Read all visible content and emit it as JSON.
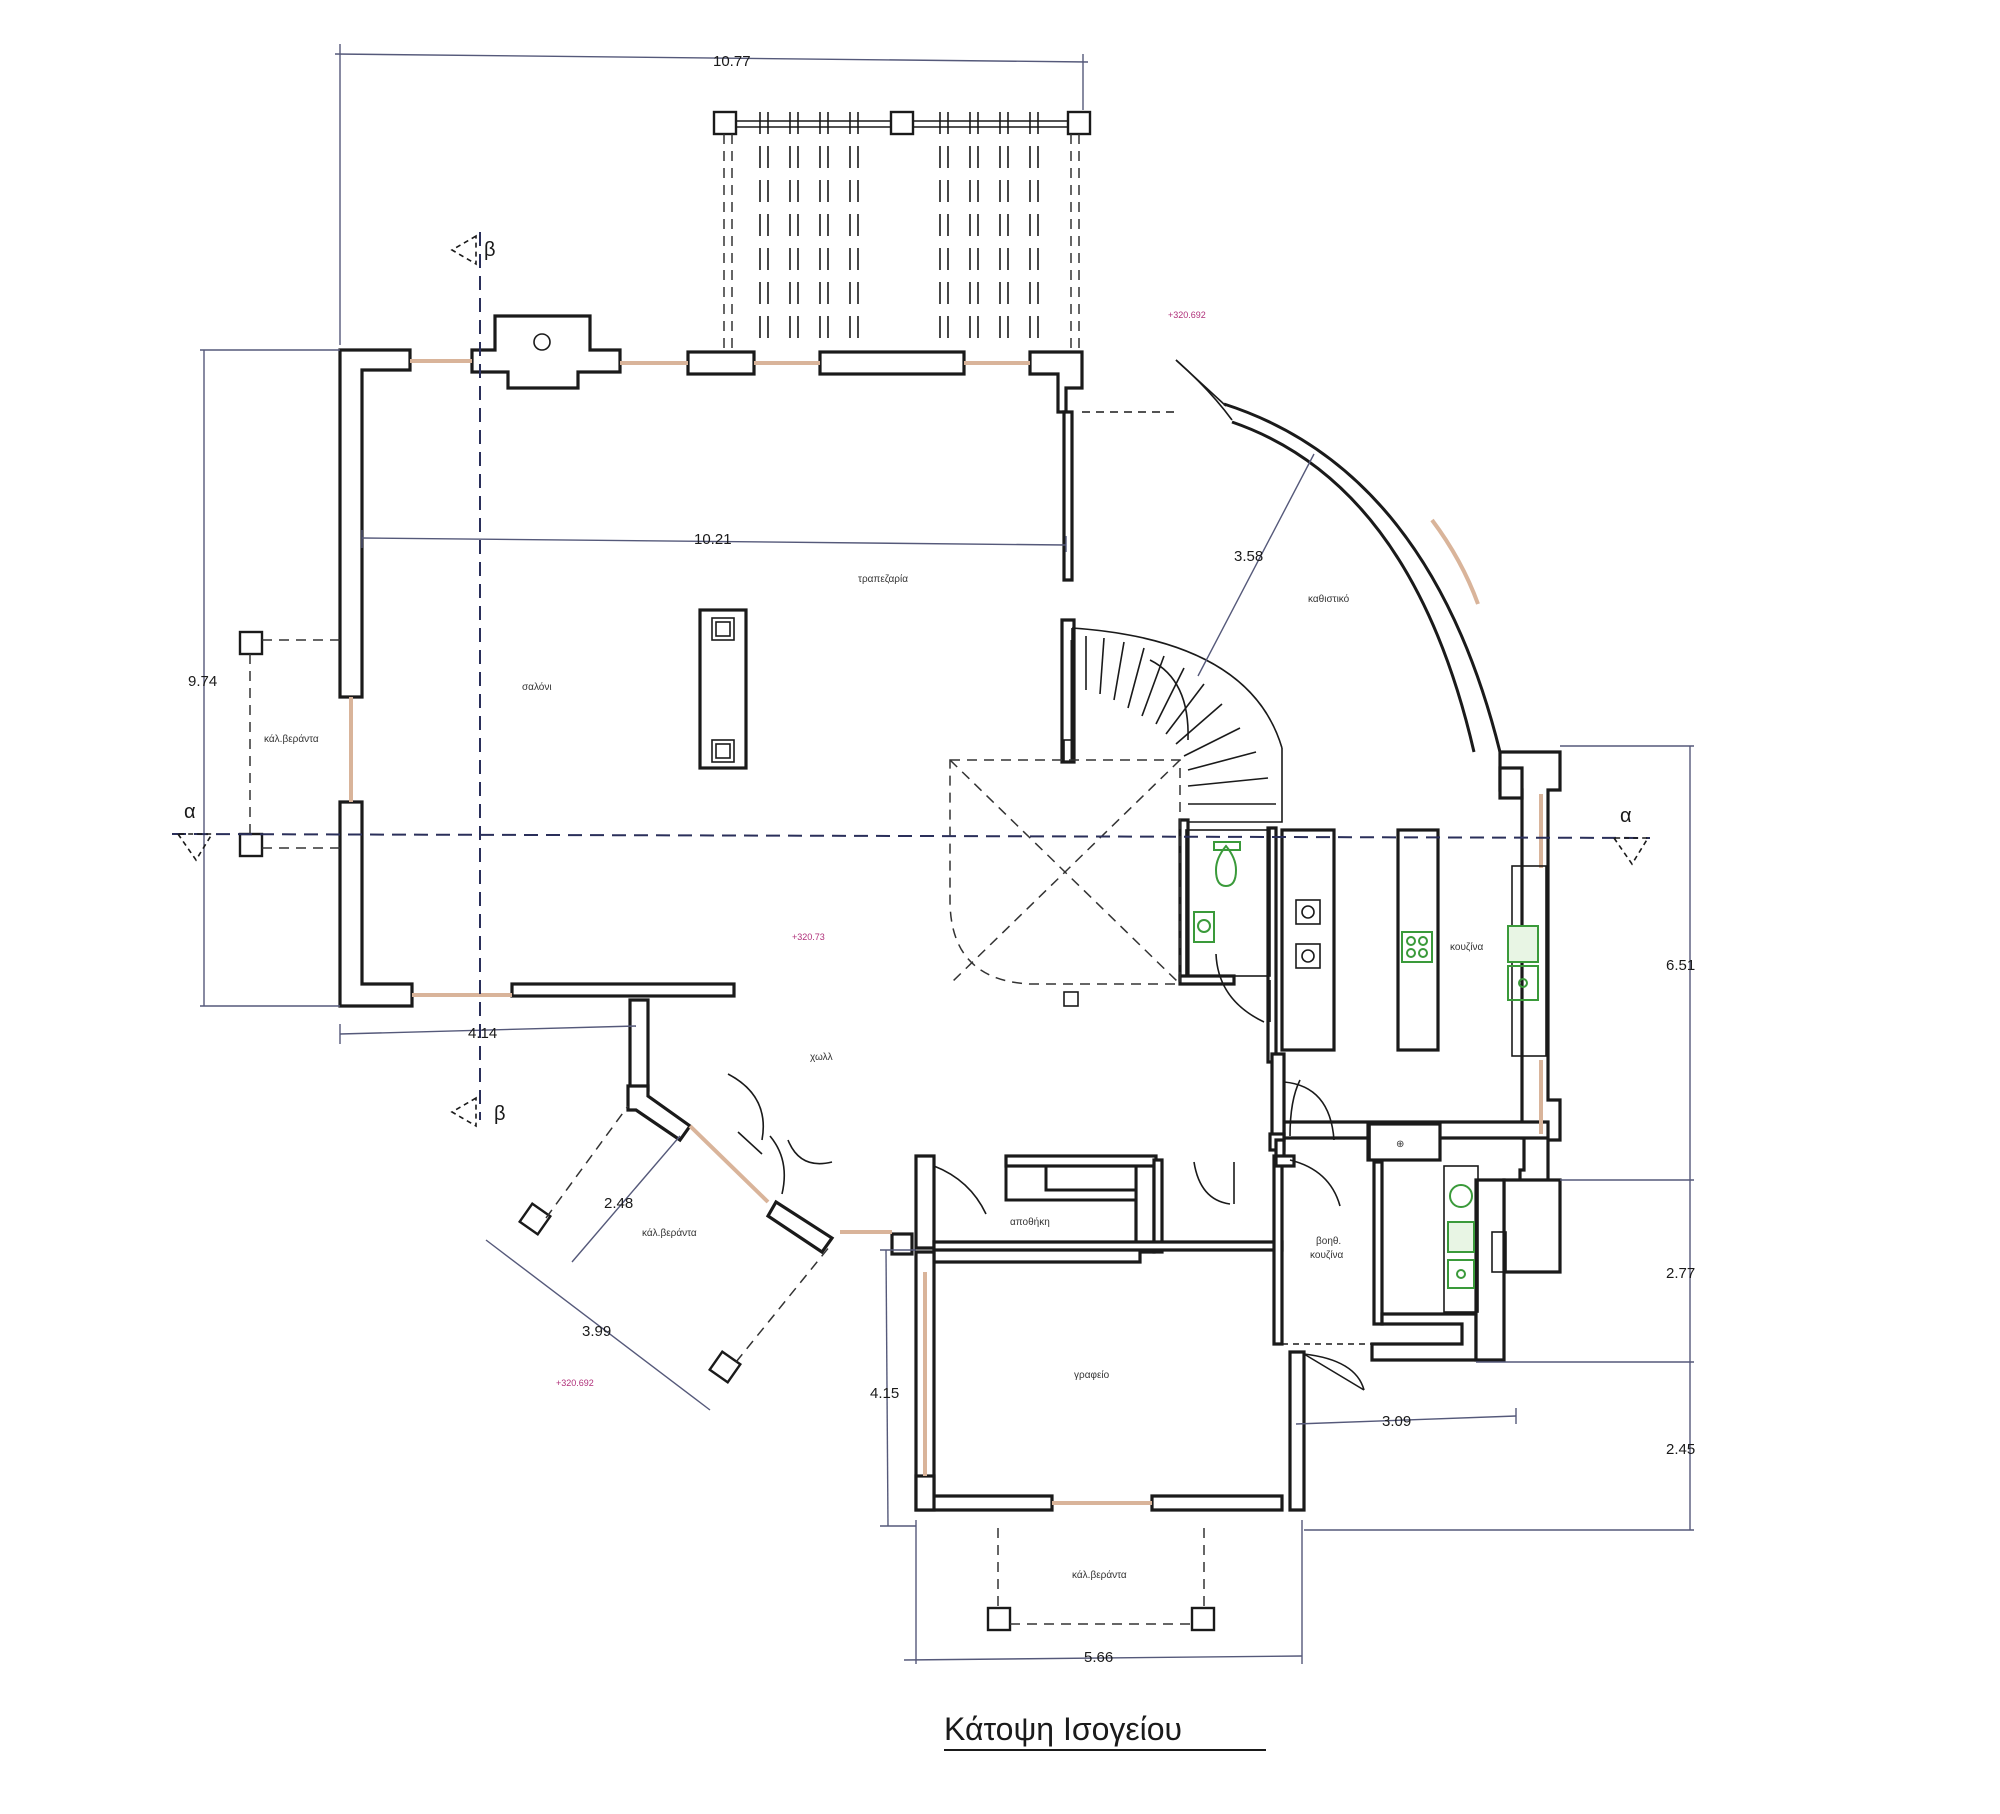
{
  "title": "Κάτοψη Ισογείου",
  "rooms": {
    "saloni": "σαλόνι",
    "trapezaria": "τραπεζαρία",
    "kathistiko": "καθιστικό",
    "hall": "χωλλ",
    "kouzina": "κουζίνα",
    "apothiki": "αποθήκη",
    "grafeio": "γραφείο",
    "voith_kouzina_1": "βοηθ.",
    "voith_kouzina_2": "κουζίνα",
    "veranda_left": "κάλ.βεράντα",
    "veranda_sw": "κάλ.βεράντα",
    "veranda_bottom": "κάλ.βεράντα"
  },
  "levels": {
    "top": "+320.692",
    "center": "+320.73",
    "sw": "+320.692"
  },
  "dimensions": {
    "top_width": "10.77",
    "inner_width": "10.21",
    "left_height": "9.74",
    "left_bottom": "4.14",
    "diag": "3.58",
    "right_1": "6.51",
    "right_2": "2.77",
    "right_3": "2.45",
    "sw_short": "2.48",
    "sw_long": "3.99",
    "office_height": "4.15",
    "bottom_width": "5.66",
    "aux_width": "3.09"
  },
  "sections": {
    "alpha_left": "α",
    "alpha_right": "α",
    "beta_top": "β",
    "beta_bottom": "β"
  }
}
